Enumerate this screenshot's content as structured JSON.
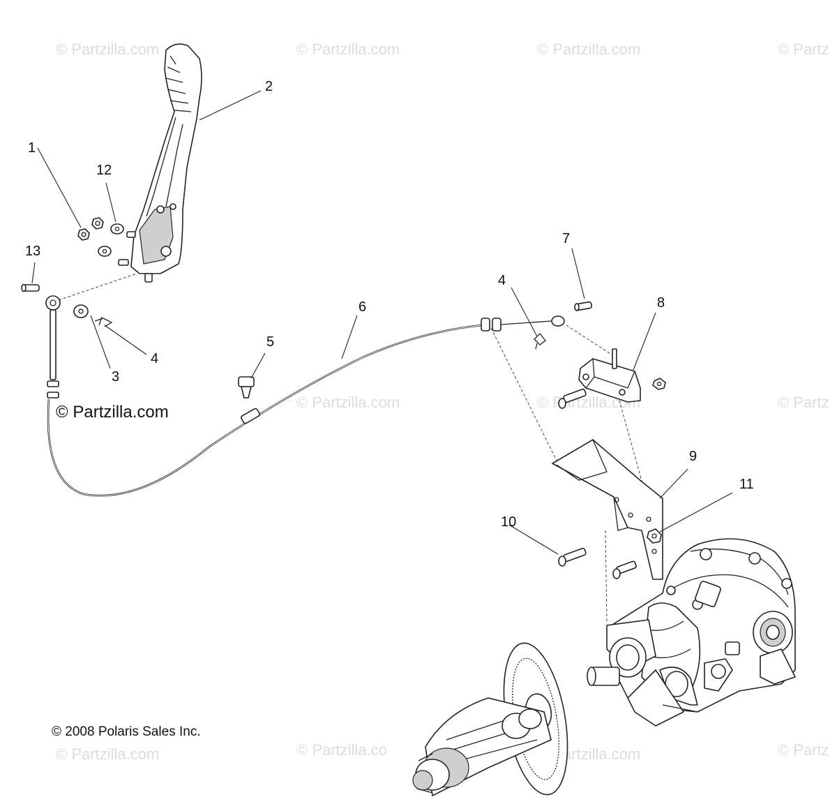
{
  "watermarks": {
    "text": "© Partzilla.com",
    "text_cut": "© Partz",
    "text_cut2": "© Partzilla.co"
  },
  "main_watermark": "© Partzilla.com",
  "copyright": "© 2008 Polaris Sales Inc.",
  "callouts": {
    "c1": "1",
    "c2": "2",
    "c3": "3",
    "c4a": "4",
    "c4b": "4",
    "c5": "5",
    "c6": "6",
    "c7": "7",
    "c8": "8",
    "c9": "9",
    "c10": "10",
    "c11": "11",
    "c12": "12",
    "c13": "13"
  }
}
